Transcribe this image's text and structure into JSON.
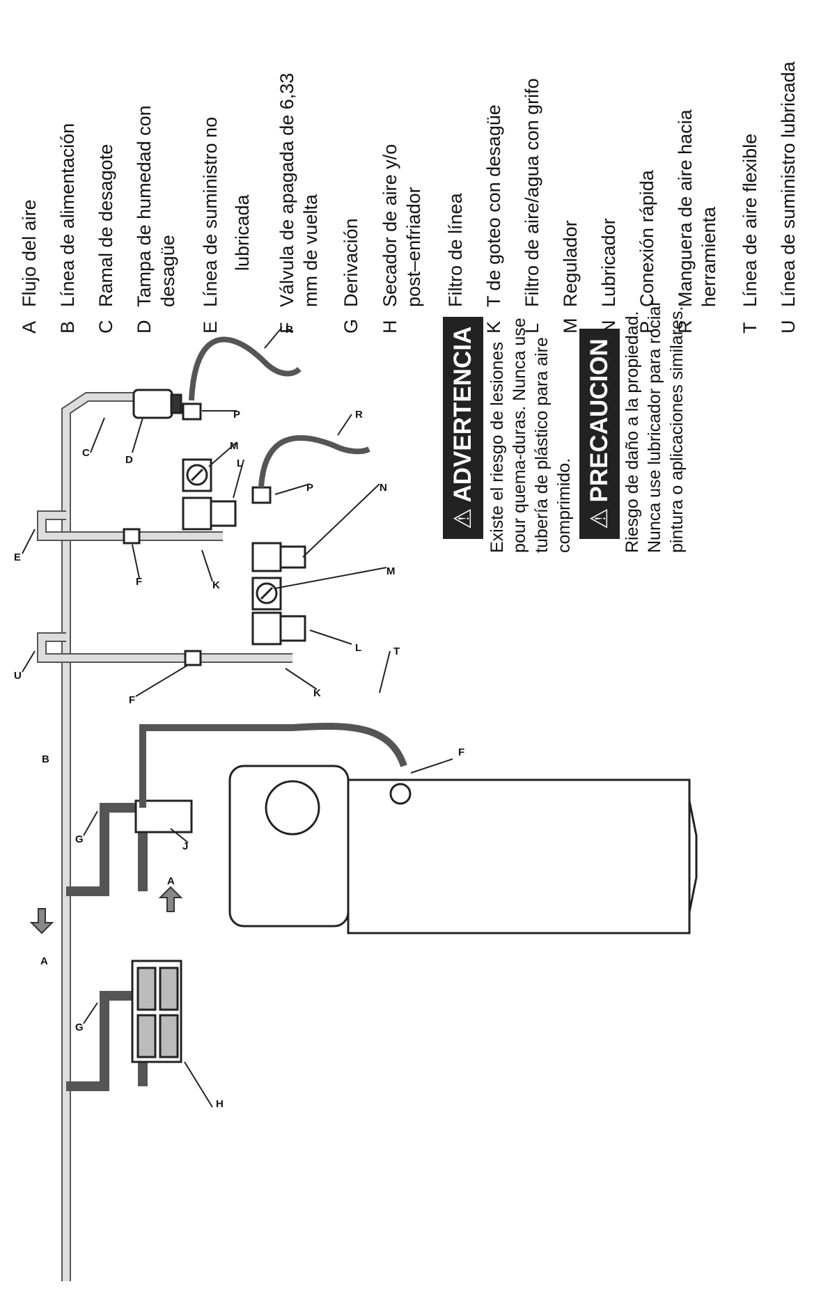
{
  "diagram_labels": {
    "A": "A",
    "B": "B",
    "C": "C",
    "D": "D",
    "E": "E",
    "F": "F",
    "G": "G",
    "H": "H",
    "J": "J",
    "K": "K",
    "L": "L",
    "M": "M",
    "N": "N",
    "P": "P",
    "R": "R",
    "T": "T",
    "U": "U"
  },
  "legend": [
    {
      "key": "A",
      "line1": "Flujo del aire",
      "line2": ""
    },
    {
      "key": "B",
      "line1": "Línea de alimentación",
      "line2": ""
    },
    {
      "key": "C",
      "line1": "Ramal de desagote",
      "line2": ""
    },
    {
      "key": "D",
      "line1": "Tampa de humedad con",
      "line2": "desagüe"
    },
    {
      "key": "E",
      "line1": "Línea de suministro no",
      "line2": "lubricada"
    },
    {
      "key": "F",
      "line1": "Válvula de apagada de 6,33",
      "line2": "mm de vuelta"
    },
    {
      "key": "G",
      "line1": "Derivación",
      "line2": ""
    },
    {
      "key": "H",
      "line1": "Secador de aire y/o",
      "line2": "post–enfriador"
    },
    {
      "key": "J",
      "line1": "Filtro de línea",
      "line2": ""
    },
    {
      "key": "K",
      "line1": "T de goteo con desagüe",
      "line2": ""
    },
    {
      "key": "L",
      "line1": "Filtro de aire/agua con grifo",
      "line2": ""
    },
    {
      "key": "M",
      "line1": "Regulador",
      "line2": ""
    },
    {
      "key": "N",
      "line1": "Lubricador",
      "line2": ""
    },
    {
      "key": "P",
      "line1": "Conexión rápida",
      "line2": ""
    },
    {
      "key": "R",
      "line1": "Manguera de aire hacia",
      "line2": "herramienta"
    },
    {
      "key": "T",
      "line1": "Línea de aire flexible",
      "line2": ""
    },
    {
      "key": "U",
      "line1": "Línea de suministro lubricada",
      "line2": ""
    }
  ],
  "warning": {
    "symbol": "⚠",
    "title": "ADVERTENCIA",
    "lines": [
      "Existe el riesgo de lesiones",
      "pour quema-duras. Nunca use",
      "tubería de plástico para aire",
      "comprimido."
    ]
  },
  "caution": {
    "symbol": "⚠",
    "title": "PRECAUCION",
    "lines": [
      "Riesgo de daño a la propiedad.",
      "Nunca use lubricador para rociar",
      "pintura o aplicaciones similares."
    ]
  }
}
